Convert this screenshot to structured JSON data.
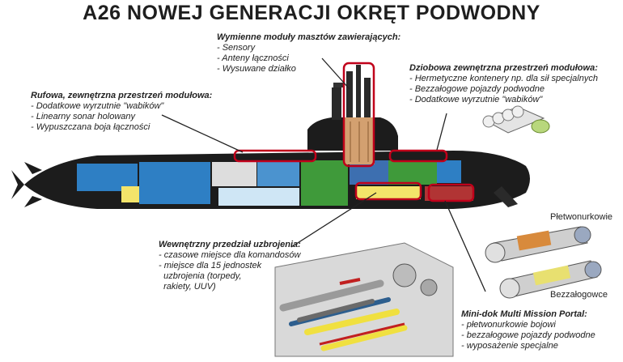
{
  "title": "A26 NOWEJ GENERACJI OKRĘT PODWODNY",
  "notes": {
    "masts": {
      "heading": "Wymienne moduły masztów zawierających:",
      "items": [
        "- Sensory",
        "- Anteny łączności",
        "- Wysuwane działko"
      ]
    },
    "aft": {
      "heading": "Rufowa, zewnętrzna przestrzeń modułowa:",
      "items": [
        "- Dodatkowe wyrzutnie \"wabików\"",
        "- Linearny sonar holowany",
        "- Wypuszczana boja łączności"
      ]
    },
    "bow": {
      "heading": "Dziobowa zewnętrzna przestrzeń modułowa:",
      "items": [
        "- Hermetyczne kontenery np. dla sił specjalnych",
        "- Bezzałogowe pojazdy podwodne",
        "- Dodatkowe wyrzutnie \"wabików\""
      ]
    },
    "weapons": {
      "heading": "Wewnętrzny przedział uzbrojenia:",
      "items": [
        "- czasowe miejsce dla komandosów",
        "- miejsce dla 15 jednostek",
        "  uzbrojenia (torpedy,",
        "  rakiety, UUV)"
      ]
    },
    "minidok": {
      "heading": "Mini-dok Multi Mission Portal:",
      "items": [
        "- płetwonurkowie bojowi",
        "- bezzałogowe pojazdy podwodne",
        "- wyposażenie specjalne"
      ]
    }
  },
  "tags": {
    "divers": "Płetwonurkowie",
    "unmanned": "Bezzałogowce"
  },
  "colors": {
    "hull": "#1c1c1c",
    "highlight": "#c0001a",
    "blue": "#2e7fc4",
    "green": "#3f9a3a",
    "yellow": "#f3e46a",
    "tan": "#d3a070"
  }
}
